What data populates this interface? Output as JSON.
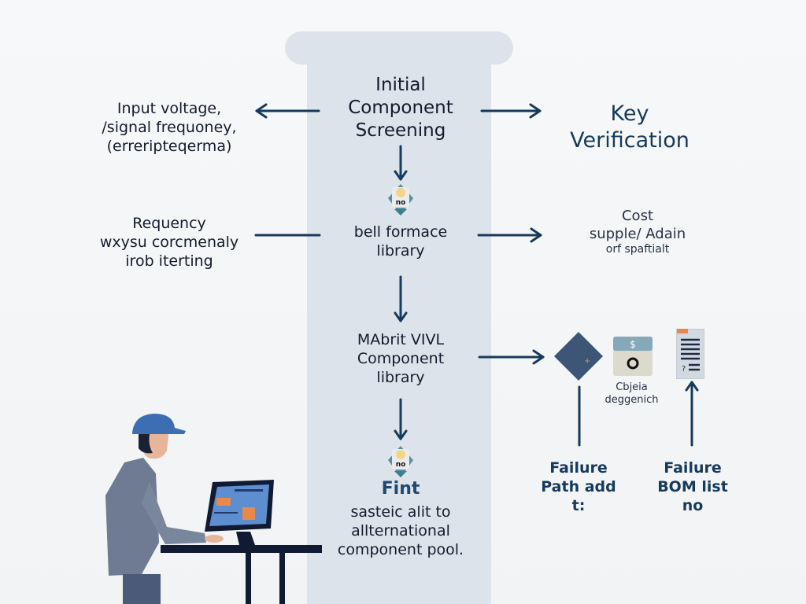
{
  "center": {
    "title": [
      "Initial",
      "Component",
      "Screening"
    ],
    "step2": [
      "bell formace",
      "library"
    ],
    "step3": [
      "MAbrit VIVL",
      "Component",
      "library"
    ],
    "step4_title": "Fint",
    "step4": [
      "sasteic alit to",
      "allternational",
      "component pool."
    ],
    "badge_label": "no"
  },
  "left": {
    "block1": [
      "Input voltage,",
      "/signal frequoney,",
      "(erreripteqerma)"
    ],
    "block2": [
      "Requency",
      "wxysu corcmenaly",
      "irob iterting"
    ]
  },
  "right": {
    "title": [
      "Key",
      "Verification"
    ],
    "block1": [
      "Cost",
      "supple/ Adain",
      "orf spaftialt"
    ],
    "icon_caption": [
      "Cbjeia",
      "deggenich"
    ],
    "failure1": [
      "Failure",
      "Path add",
      "t:"
    ],
    "failure2": [
      "Failure",
      "BOM list",
      "no"
    ]
  },
  "colors": {
    "arrow": "#173a5c",
    "column": "#dde3ea",
    "accent_orange": "#e8894a",
    "badge_teal": "#3f7f8c"
  },
  "icons": [
    "diamond-moon-icon",
    "dollar-gauge-icon",
    "document-list-icon",
    "engineer-illustration"
  ]
}
